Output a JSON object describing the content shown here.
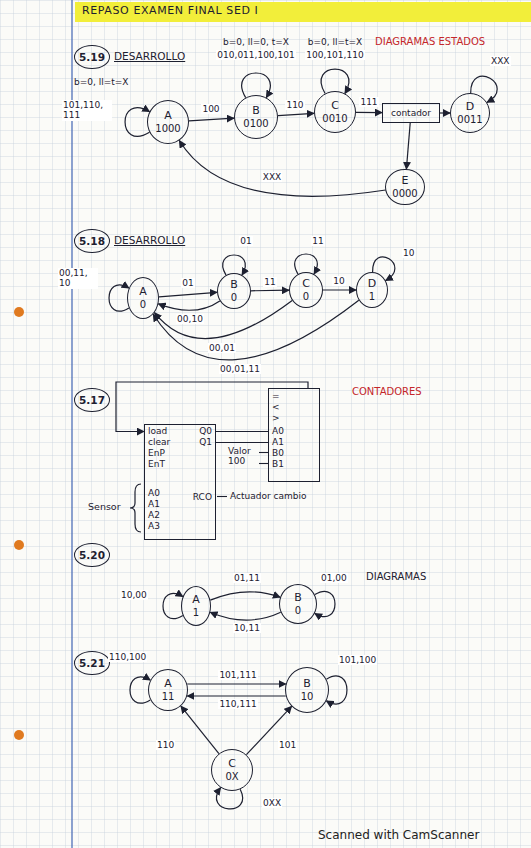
{
  "diagram": {
    "title": "REPASO EXAMEN FINAL SED I",
    "nodes": [
      {
        "text": [
          "5.19"
        ]
      },
      {
        "text": [
          "A",
          "1000"
        ]
      },
      {
        "text": [
          "B",
          "0100"
        ]
      },
      {
        "text": [
          "C",
          "0010"
        ]
      },
      {
        "text": [
          "contador"
        ]
      },
      {
        "text": [
          "D",
          "0011"
        ]
      },
      {
        "text": [
          "E",
          "0000"
        ]
      },
      {
        "text": [
          "5.18"
        ]
      },
      {
        "text": [
          "A",
          "0"
        ]
      },
      {
        "text": [
          "B",
          "0"
        ]
      },
      {
        "text": [
          "C",
          "0"
        ]
      },
      {
        "text": [
          "D",
          "1"
        ]
      },
      {
        "text": [
          "5.17"
        ]
      },
      {
        "text": [
          "load",
          "clear",
          "EnP",
          "EnT",
          "Q0",
          "Q1",
          "A0",
          "A1",
          "A2",
          "A3",
          "RCO"
        ]
      },
      {
        "text": [
          "=",
          "<",
          ">",
          "A0",
          "A1",
          "B0",
          "B1"
        ]
      },
      {
        "text": [
          "5.20"
        ]
      },
      {
        "text": [
          "A",
          "1"
        ]
      },
      {
        "text": [
          "B",
          "0"
        ]
      },
      {
        "text": [
          "5.21"
        ]
      },
      {
        "text": [
          "A",
          "11"
        ]
      },
      {
        "text": [
          "B",
          "10"
        ]
      },
      {
        "text": [
          "C",
          "0X"
        ]
      }
    ],
    "edges": [
      {
        "from": 1,
        "to": 1,
        "label": "101,110, 111",
        "arrow": "to"
      },
      {
        "from": 2,
        "to": 2,
        "label": "010,011,100,101",
        "arrow": "to"
      },
      {
        "from": 3,
        "to": 3,
        "label": "100,101,110",
        "arrow": "to"
      },
      {
        "from": 5,
        "to": 5,
        "label": "XXX",
        "arrow": "to"
      },
      {
        "from": 1,
        "to": 2,
        "label": "100",
        "arrow": "to"
      },
      {
        "from": 2,
        "to": 3,
        "label": "110",
        "arrow": "to"
      },
      {
        "from": 3,
        "to": 4,
        "label": "111",
        "arrow": "to"
      },
      {
        "from": 4,
        "to": 5,
        "arrow": "to"
      },
      {
        "from": 4,
        "to": 6,
        "arrow": "to"
      },
      {
        "from": 6,
        "to": 1,
        "label": "XXX",
        "arrow": "to"
      },
      {
        "from": 8,
        "to": 8,
        "label": "00,11, 10",
        "arrow": "to"
      },
      {
        "from": 8,
        "to": 9,
        "label": "01",
        "arrow": "to"
      },
      {
        "from": 9,
        "to": 9,
        "label": "01",
        "arrow": "to"
      },
      {
        "from": 9,
        "to": 10,
        "label": "11",
        "arrow": "to"
      },
      {
        "from": 10,
        "to": 10,
        "label": "11",
        "arrow": "to"
      },
      {
        "from": 10,
        "to": 11,
        "label": "10",
        "arrow": "to"
      },
      {
        "from": 11,
        "to": 11,
        "label": "10",
        "arrow": "to"
      },
      {
        "from": 9,
        "to": 8,
        "label": "00,10",
        "arrow": "to"
      },
      {
        "from": 10,
        "to": 8,
        "label": "00,01",
        "arrow": "to"
      },
      {
        "from": 11,
        "to": 8,
        "label": "00,01,11",
        "arrow": "to"
      },
      {
        "from": 13,
        "to": 14,
        "arrow": "none"
      },
      {
        "from": 13,
        "to": 14,
        "arrow": "none"
      },
      {
        "from": 14,
        "to": 13,
        "arrow": "to"
      },
      {
        "from": 16,
        "to": 16,
        "label": "10,00",
        "arrow": "to"
      },
      {
        "from": 16,
        "to": 17,
        "label": "01,11",
        "arrow": "to"
      },
      {
        "from": 17,
        "to": 17,
        "label": "01,00",
        "arrow": "to"
      },
      {
        "from": 17,
        "to": 16,
        "label": "10,11",
        "arrow": "to"
      },
      {
        "from": 19,
        "to": 19,
        "label": "110,100",
        "arrow": "to"
      },
      {
        "from": 19,
        "to": 20,
        "label": "101,111",
        "arrow": "to"
      },
      {
        "from": 20,
        "to": 19,
        "label": "110,111",
        "arrow": "to"
      },
      {
        "from": 20,
        "to": 20,
        "label": "101,100",
        "arrow": "to"
      },
      {
        "from": 21,
        "to": 19,
        "label": "110",
        "arrow": "to"
      },
      {
        "from": 21,
        "to": 20,
        "label": "101",
        "arrow": "to"
      },
      {
        "from": 21,
        "to": 21,
        "label": "0XX",
        "arrow": "to"
      }
    ],
    "labels": [
      "DESARROLLO",
      "DIAGRAMAS ESTADOS",
      "b=0, ll=t=X",
      "b=0, ll=0, t=X",
      "b=0, ll=t=X",
      "DESARROLLO",
      "CONTADORES",
      "Sensor",
      "Valor 100",
      "Actuador cambio",
      "DIAGRAMAS",
      "Scanned with CamScanner"
    ]
  }
}
